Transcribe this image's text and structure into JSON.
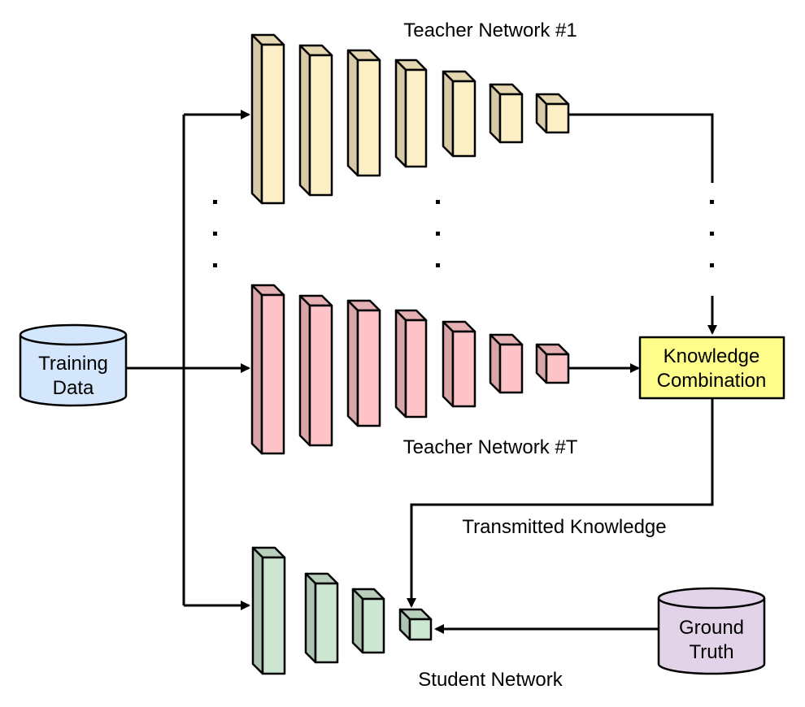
{
  "labels": {
    "teacher_first": "Teacher Network #1",
    "teacher_last": "Teacher Network #T",
    "student": "Student Network",
    "transmitted": "Transmitted Knowledge"
  },
  "nodes": {
    "training_data": {
      "line1": "Training",
      "line2": "Data"
    },
    "ground_truth": {
      "line1": "Ground",
      "line2": "Truth"
    },
    "knowledge_combination": {
      "line1": "Knowledge",
      "line2": "Combination"
    }
  },
  "colors": {
    "teacher_first": "#fdefc5",
    "teacher_last": "#fec3c6",
    "student": "#cde6d1",
    "training_data": "#d3e6fb",
    "ground_truth": "#e2d3e8",
    "knowledge_combination": "#fefd8a",
    "stroke": "#000000"
  }
}
